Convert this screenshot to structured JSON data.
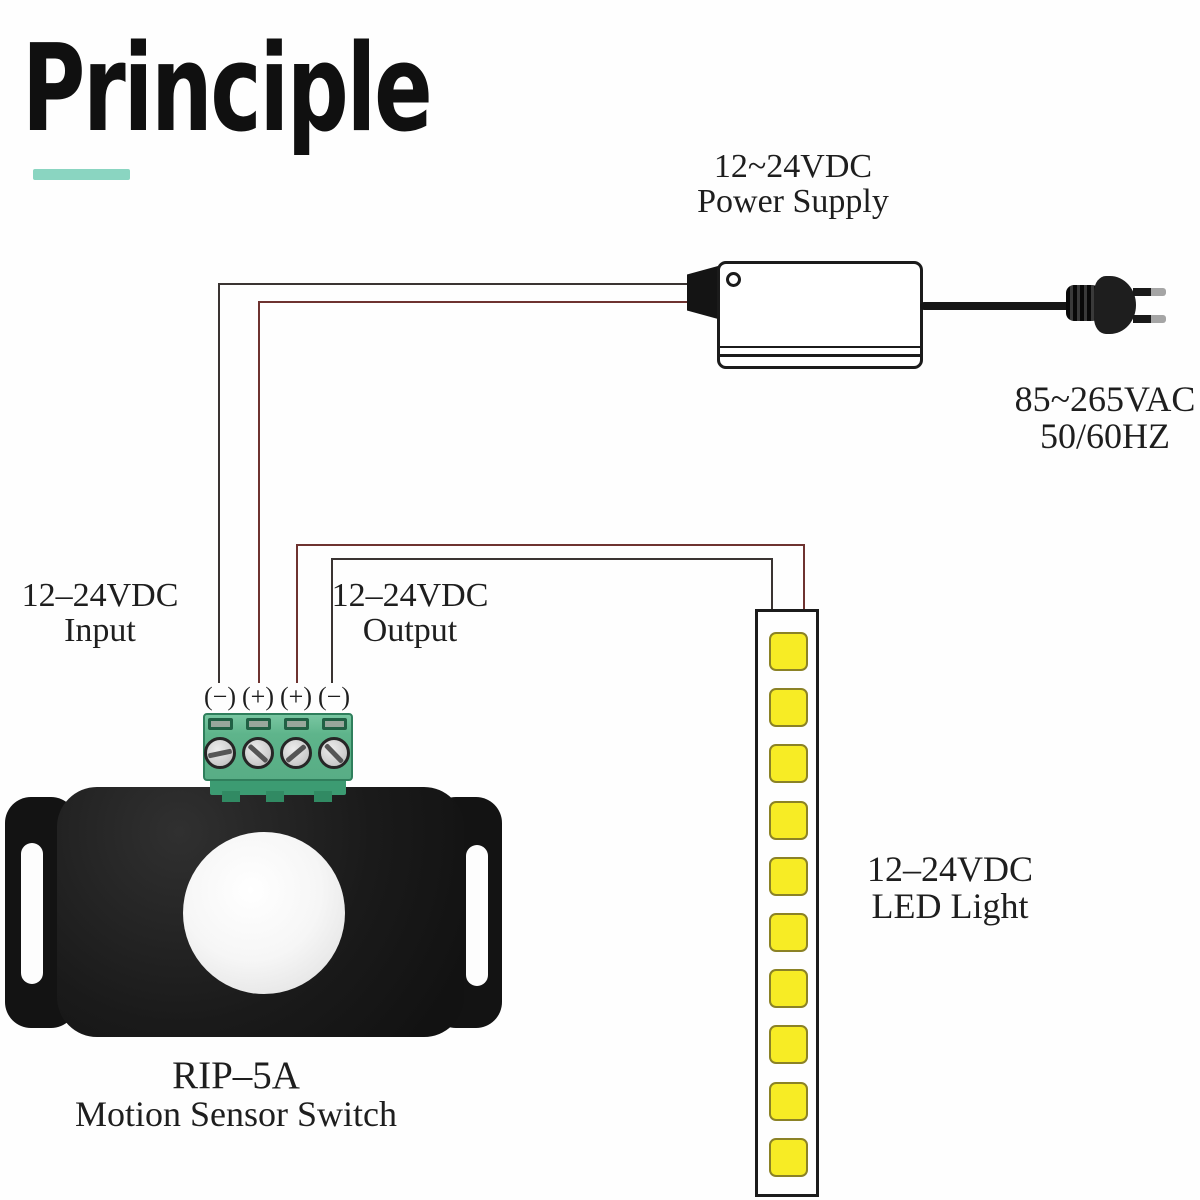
{
  "title": {
    "text": "Principle"
  },
  "power_supply": {
    "label_line1": "12~24VDC",
    "label_line2": "Power Supply",
    "ac_line1": "85~265VAC",
    "ac_line2": "50/60HZ"
  },
  "input_label": {
    "line1": "12–24VDC",
    "line2": "Input"
  },
  "output_label": {
    "line1": "12–24VDC",
    "line2": "Output"
  },
  "terminals": [
    {
      "label": "(−)",
      "polarity": "negative"
    },
    {
      "label": "(+)",
      "polarity": "positive"
    },
    {
      "label": "(+)",
      "polarity": "positive"
    },
    {
      "label": "(−)",
      "polarity": "negative"
    }
  ],
  "device": {
    "model": "RIP–5A",
    "name": "Motion Sensor Switch"
  },
  "led_strip": {
    "label_line1": "12–24VDC",
    "label_line2": "LED Light",
    "led_count": 10
  },
  "colors": {
    "accent_teal": "#8ad5c1",
    "led_yellow": "#f7ec25",
    "terminal_green": "#5eb48b",
    "wire_negative": "#3a3432",
    "wire_positive": "#6e3330"
  }
}
